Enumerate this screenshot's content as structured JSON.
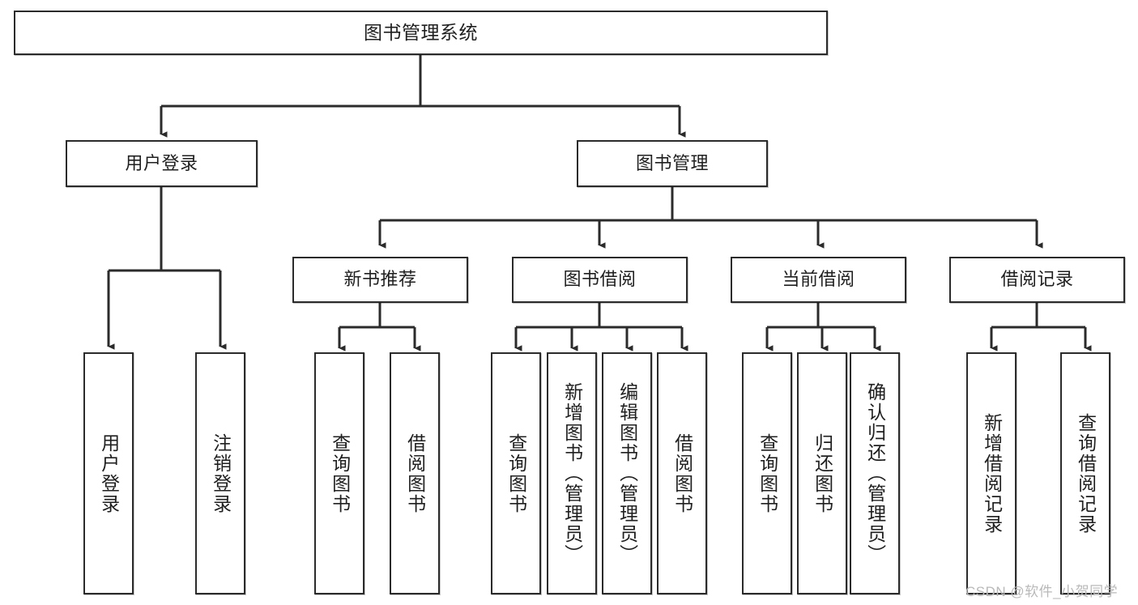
{
  "diagram": {
    "title": "图书管理系统",
    "type": "tree-structure-chart",
    "levels": 4
  },
  "nodes": {
    "root": {
      "label": "图书管理系统"
    },
    "level2": [
      {
        "id": "user-login",
        "label": "用户登录"
      },
      {
        "id": "book-manage",
        "label": "图书管理"
      }
    ],
    "level3": [
      {
        "id": "new-book-recommend",
        "label": "新书推荐"
      },
      {
        "id": "book-borrow",
        "label": "图书借阅"
      },
      {
        "id": "current-borrow",
        "label": "当前借阅"
      },
      {
        "id": "borrow-record",
        "label": "借阅记录"
      }
    ],
    "leaves": {
      "user_login": [
        {
          "id": "leaf-user-login",
          "label": "用户登录"
        },
        {
          "id": "leaf-logout-login",
          "label": "注销登录"
        }
      ],
      "new_book_recommend": [
        {
          "id": "leaf-query-book-1",
          "label": "查询图书"
        },
        {
          "id": "leaf-borrow-book-1",
          "label": "借阅图书"
        }
      ],
      "book_borrow": [
        {
          "id": "leaf-query-book-2",
          "label": "查询图书"
        },
        {
          "id": "leaf-add-book",
          "label": "新增图书（管理员）"
        },
        {
          "id": "leaf-edit-book",
          "label": "编辑图书（管理员）"
        },
        {
          "id": "leaf-borrow-book-2",
          "label": "借阅图书"
        }
      ],
      "current_borrow": [
        {
          "id": "leaf-query-book-3",
          "label": "查询图书"
        },
        {
          "id": "leaf-return-book",
          "label": "归还图书"
        },
        {
          "id": "leaf-confirm-return",
          "label": "确认归还（管理员）"
        }
      ],
      "borrow_record": [
        {
          "id": "leaf-add-record",
          "label": "新增借阅记录"
        },
        {
          "id": "leaf-query-record",
          "label": "查询借阅记录"
        }
      ]
    }
  },
  "watermark": {
    "text": "CSDN @软件_小贺同学"
  },
  "colors": {
    "border": "#2b2b2b",
    "text": "#1f1f1f",
    "background": "#ffffff",
    "watermark": "#b9b9b9"
  }
}
